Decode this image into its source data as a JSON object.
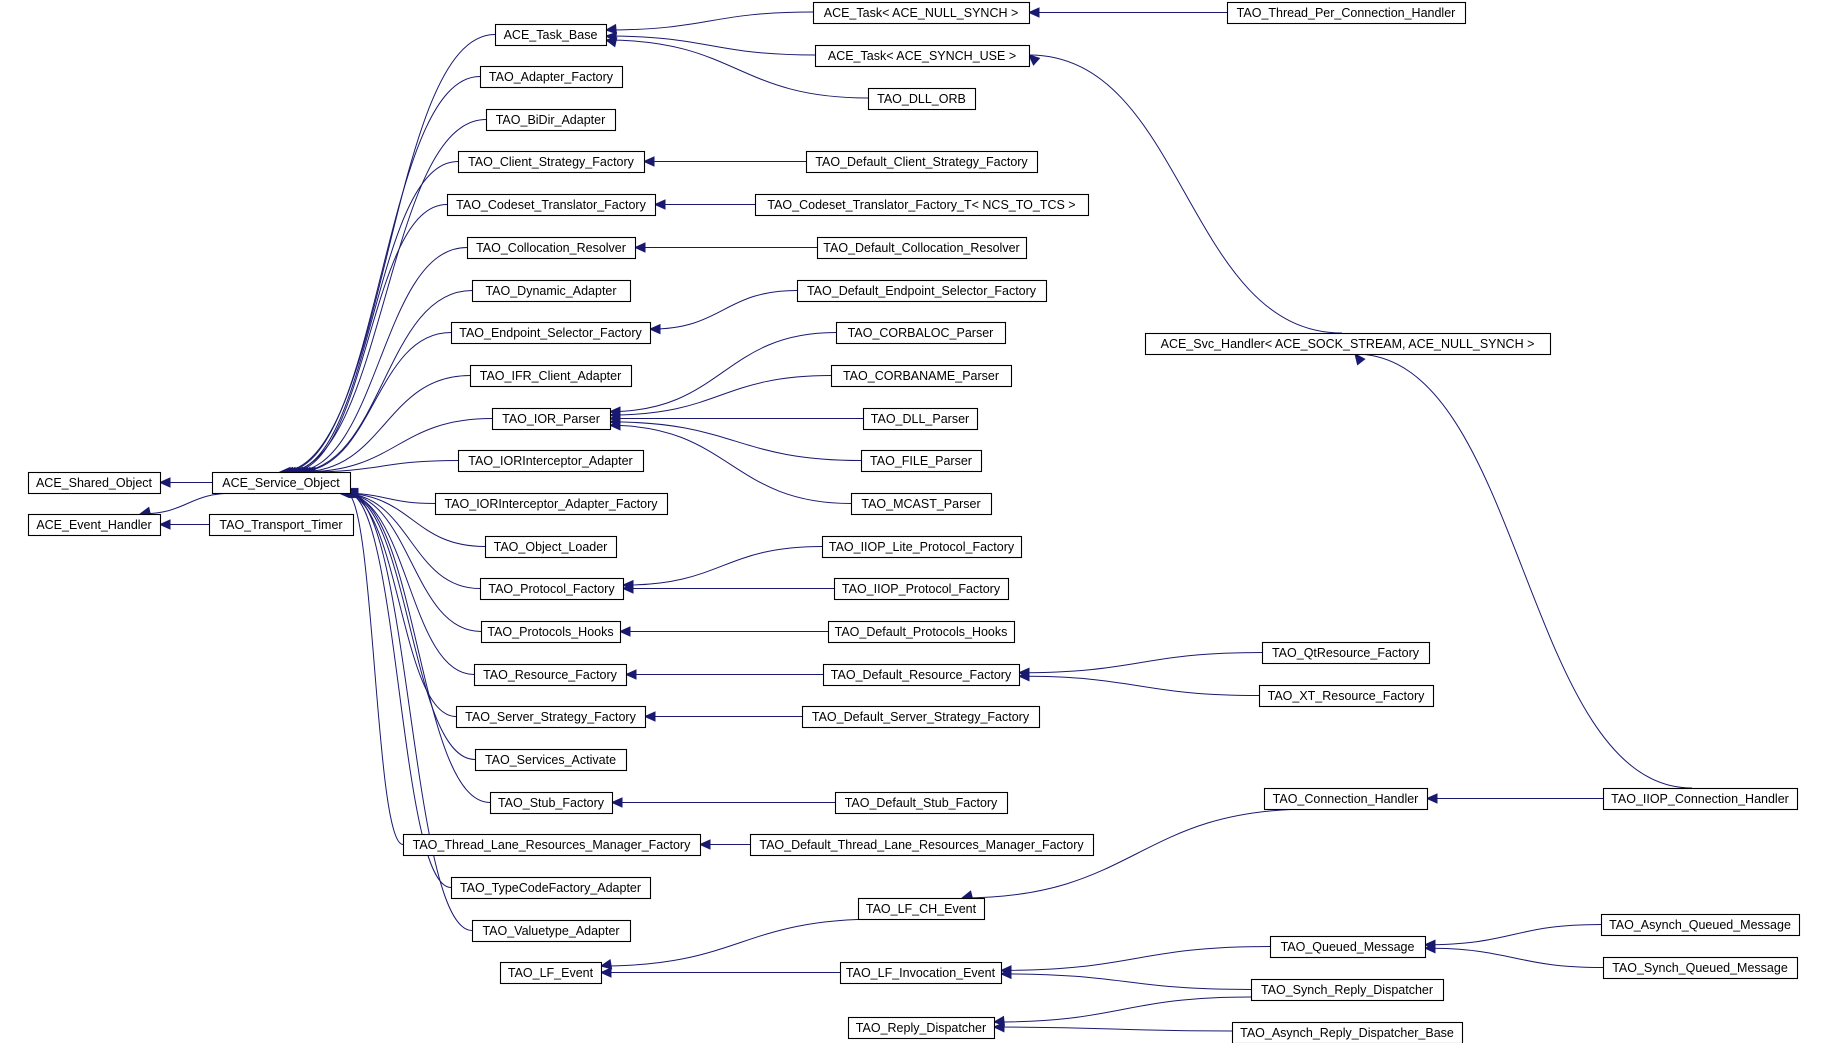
{
  "nodes": {
    "ace_shared_object": "ACE_Shared_Object",
    "ace_event_handler": "ACE_Event_Handler",
    "ace_service_object": "ACE_Service_Object",
    "tao_transport_timer": "TAO_Transport_Timer",
    "ace_task_base": "ACE_Task_Base",
    "ace_task_null": "ACE_Task< ACE_NULL_SYNCH >",
    "ace_task_use": "ACE_Task< ACE_SYNCH_USE >",
    "tao_thread_per_connection_handler": "TAO_Thread_Per_Connection_Handler",
    "tao_dll_orb": "TAO_DLL_ORB",
    "tao_adapter_factory": "TAO_Adapter_Factory",
    "tao_bidir_adapter": "TAO_BiDir_Adapter",
    "tao_client_strategy_factory": "TAO_Client_Strategy_Factory",
    "tao_default_client_strategy_factory": "TAO_Default_Client_Strategy_Factory",
    "tao_codeset_translator_factory": "TAO_Codeset_Translator_Factory",
    "tao_codeset_translator_factory_t": "TAO_Codeset_Translator_Factory_T< NCS_TO_TCS >",
    "tao_collocation_resolver": "TAO_Collocation_Resolver",
    "tao_default_collocation_resolver": "TAO_Default_Collocation_Resolver",
    "tao_dynamic_adapter": "TAO_Dynamic_Adapter",
    "tao_default_endpoint_selector_factory": "TAO_Default_Endpoint_Selector_Factory",
    "tao_endpoint_selector_factory": "TAO_Endpoint_Selector_Factory",
    "tao_corbaloc_parser": "TAO_CORBALOC_Parser",
    "tao_ifr_client_adapter": "TAO_IFR_Client_Adapter",
    "tao_corbaname_parser": "TAO_CORBANAME_Parser",
    "tao_ior_parser": "TAO_IOR_Parser",
    "tao_dll_parser": "TAO_DLL_Parser",
    "tao_iorinterceptor_adapter": "TAO_IORInterceptor_Adapter",
    "tao_file_parser": "TAO_FILE_Parser",
    "tao_iorinterceptor_adapter_factory": "TAO_IORInterceptor_Adapter_Factory",
    "tao_mcast_parser": "TAO_MCAST_Parser",
    "tao_object_loader": "TAO_Object_Loader",
    "tao_iiop_lite_protocol_factory": "TAO_IIOP_Lite_Protocol_Factory",
    "tao_protocol_factory": "TAO_Protocol_Factory",
    "tao_iiop_protocol_factory": "TAO_IIOP_Protocol_Factory",
    "tao_protocols_hooks": "TAO_Protocols_Hooks",
    "tao_default_protocols_hooks": "TAO_Default_Protocols_Hooks",
    "tao_qtresource_factory": "TAO_QtResource_Factory",
    "tao_resource_factory": "TAO_Resource_Factory",
    "tao_default_resource_factory": "TAO_Default_Resource_Factory",
    "tao_xt_resource_factory": "TAO_XT_Resource_Factory",
    "tao_server_strategy_factory": "TAO_Server_Strategy_Factory",
    "tao_default_server_strategy_factory": "TAO_Default_Server_Strategy_Factory",
    "tao_services_activate": "TAO_Services_Activate",
    "tao_connection_handler": "TAO_Connection_Handler",
    "tao_iiop_connection_handler": "TAO_IIOP_Connection_Handler",
    "tao_stub_factory": "TAO_Stub_Factory",
    "tao_default_stub_factory": "TAO_Default_Stub_Factory",
    "tao_thread_lane_resources_manager_factory": "TAO_Thread_Lane_Resources_Manager_Factory",
    "tao_default_thread_lane_resources_manager_factory": "TAO_Default_Thread_Lane_Resources_Manager_Factory",
    "tao_typecodefactory_adapter": "TAO_TypeCodeFactory_Adapter",
    "tao_lf_ch_event": "TAO_LF_CH_Event",
    "tao_valuetype_adapter": "TAO_Valuetype_Adapter",
    "tao_asynch_queued_message": "TAO_Asynch_Queued_Message",
    "tao_queued_message": "TAO_Queued_Message",
    "tao_lf_event": "TAO_LF_Event",
    "tao_lf_invocation_event": "TAO_LF_Invocation_Event",
    "tao_synch_queued_message": "TAO_Synch_Queued_Message",
    "tao_synch_reply_dispatcher": "TAO_Synch_Reply_Dispatcher",
    "tao_reply_dispatcher": "TAO_Reply_Dispatcher",
    "tao_asynch_reply_dispatcher_base": "TAO_Asynch_Reply_Dispatcher_Base",
    "ace_svc_handler": "ACE_Svc_Handler< ACE_SOCK_STREAM, ACE_NULL_SYNCH >"
  },
  "edges": [
    {
      "from": "ace_service_object",
      "to": "ace_shared_object"
    },
    {
      "from": "ace_service_object",
      "to": "ace_event_handler"
    },
    {
      "from": "tao_transport_timer",
      "to": "ace_event_handler"
    },
    {
      "from": "ace_task_base",
      "to": "ace_service_object"
    },
    {
      "from": "tao_adapter_factory",
      "to": "ace_service_object"
    },
    {
      "from": "tao_bidir_adapter",
      "to": "ace_service_object"
    },
    {
      "from": "tao_client_strategy_factory",
      "to": "ace_service_object"
    },
    {
      "from": "tao_codeset_translator_factory",
      "to": "ace_service_object"
    },
    {
      "from": "tao_collocation_resolver",
      "to": "ace_service_object"
    },
    {
      "from": "tao_dynamic_adapter",
      "to": "ace_service_object"
    },
    {
      "from": "tao_endpoint_selector_factory",
      "to": "ace_service_object"
    },
    {
      "from": "tao_ifr_client_adapter",
      "to": "ace_service_object"
    },
    {
      "from": "tao_ior_parser",
      "to": "ace_service_object"
    },
    {
      "from": "tao_iorinterceptor_adapter",
      "to": "ace_service_object"
    },
    {
      "from": "tao_iorinterceptor_adapter_factory",
      "to": "ace_service_object"
    },
    {
      "from": "tao_object_loader",
      "to": "ace_service_object"
    },
    {
      "from": "tao_protocol_factory",
      "to": "ace_service_object"
    },
    {
      "from": "tao_protocols_hooks",
      "to": "ace_service_object"
    },
    {
      "from": "tao_resource_factory",
      "to": "ace_service_object"
    },
    {
      "from": "tao_server_strategy_factory",
      "to": "ace_service_object"
    },
    {
      "from": "tao_services_activate",
      "to": "ace_service_object"
    },
    {
      "from": "tao_stub_factory",
      "to": "ace_service_object"
    },
    {
      "from": "tao_thread_lane_resources_manager_factory",
      "to": "ace_service_object"
    },
    {
      "from": "tao_typecodefactory_adapter",
      "to": "ace_service_object"
    },
    {
      "from": "tao_valuetype_adapter",
      "to": "ace_service_object"
    },
    {
      "from": "ace_task_null",
      "to": "ace_task_base"
    },
    {
      "from": "ace_task_use",
      "to": "ace_task_base"
    },
    {
      "from": "tao_dll_orb",
      "to": "ace_task_base"
    },
    {
      "from": "tao_thread_per_connection_handler",
      "to": "ace_task_null"
    },
    {
      "from": "ace_svc_handler",
      "to": "ace_task_use"
    },
    {
      "from": "tao_default_client_strategy_factory",
      "to": "tao_client_strategy_factory"
    },
    {
      "from": "tao_codeset_translator_factory_t",
      "to": "tao_codeset_translator_factory"
    },
    {
      "from": "tao_default_collocation_resolver",
      "to": "tao_collocation_resolver"
    },
    {
      "from": "tao_default_endpoint_selector_factory",
      "to": "tao_endpoint_selector_factory"
    },
    {
      "from": "tao_corbaloc_parser",
      "to": "tao_ior_parser"
    },
    {
      "from": "tao_corbaname_parser",
      "to": "tao_ior_parser"
    },
    {
      "from": "tao_dll_parser",
      "to": "tao_ior_parser"
    },
    {
      "from": "tao_file_parser",
      "to": "tao_ior_parser"
    },
    {
      "from": "tao_mcast_parser",
      "to": "tao_ior_parser"
    },
    {
      "from": "tao_iiop_lite_protocol_factory",
      "to": "tao_protocol_factory"
    },
    {
      "from": "tao_iiop_protocol_factory",
      "to": "tao_protocol_factory"
    },
    {
      "from": "tao_default_protocols_hooks",
      "to": "tao_protocols_hooks"
    },
    {
      "from": "tao_default_resource_factory",
      "to": "tao_resource_factory"
    },
    {
      "from": "tao_qtresource_factory",
      "to": "tao_default_resource_factory"
    },
    {
      "from": "tao_xt_resource_factory",
      "to": "tao_default_resource_factory"
    },
    {
      "from": "tao_default_server_strategy_factory",
      "to": "tao_server_strategy_factory"
    },
    {
      "from": "tao_default_stub_factory",
      "to": "tao_stub_factory"
    },
    {
      "from": "tao_default_thread_lane_resources_manager_factory",
      "to": "tao_thread_lane_resources_manager_factory"
    },
    {
      "from": "tao_iiop_connection_handler",
      "to": "ace_svc_handler"
    },
    {
      "from": "tao_iiop_connection_handler",
      "to": "tao_connection_handler"
    },
    {
      "from": "tao_connection_handler",
      "to": "tao_lf_ch_event"
    },
    {
      "from": "tao_lf_ch_event",
      "to": "tao_lf_event"
    },
    {
      "from": "tao_lf_invocation_event",
      "to": "tao_lf_event"
    },
    {
      "from": "tao_queued_message",
      "to": "tao_lf_invocation_event"
    },
    {
      "from": "tao_synch_reply_dispatcher",
      "to": "tao_lf_invocation_event"
    },
    {
      "from": "tao_asynch_queued_message",
      "to": "tao_queued_message"
    },
    {
      "from": "tao_synch_queued_message",
      "to": "tao_queued_message"
    },
    {
      "from": "tao_synch_reply_dispatcher",
      "to": "tao_reply_dispatcher"
    },
    {
      "from": "tao_asynch_reply_dispatcher_base",
      "to": "tao_reply_dispatcher"
    }
  ],
  "colors": {
    "edge": "#191970",
    "node_border": "#000000",
    "node_fill": "#ffffff",
    "text": "#000000"
  }
}
